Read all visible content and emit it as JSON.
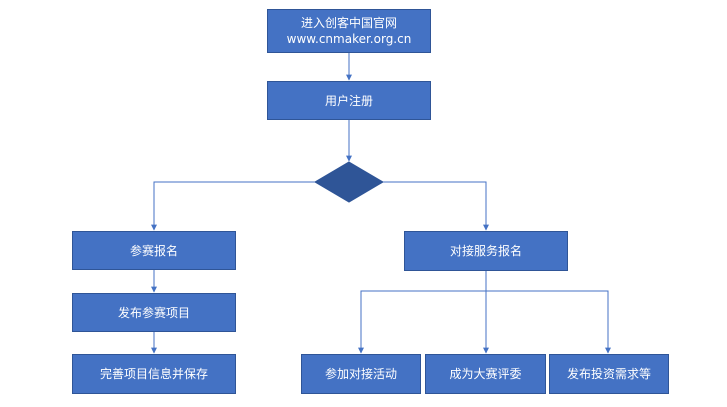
{
  "diagram": {
    "colors": {
      "box_fill": "#4472C4",
      "box_border": "#2F5597",
      "line": "#4472C4",
      "text": "#ffffff"
    },
    "nodes": {
      "enter_site": {
        "line1": "进入创客中国官网",
        "line2": "www.cnmaker.org.cn"
      },
      "register": {
        "label": "用户注册"
      },
      "decision": {
        "label": ""
      },
      "contest_signup": {
        "label": "参赛报名"
      },
      "publish_project": {
        "label": "发布参赛项目"
      },
      "complete_info": {
        "label": "完善项目信息并保存"
      },
      "service_signup": {
        "label": "对接服务报名"
      },
      "join_events": {
        "label": "参加对接活动"
      },
      "become_judge": {
        "label": "成为大赛评委"
      },
      "publish_needs": {
        "label": "发布投资需求等"
      }
    }
  }
}
